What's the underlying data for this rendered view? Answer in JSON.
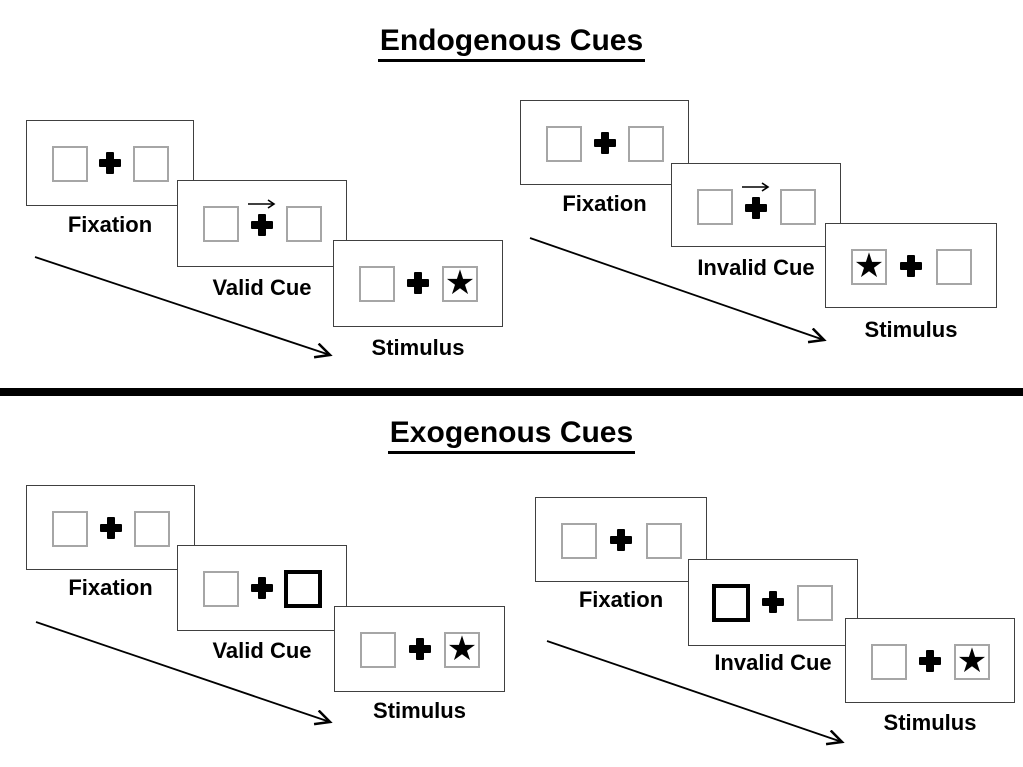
{
  "colors": {
    "background": "#ffffff",
    "panel_border": "#404040",
    "box_border": "#a6a6a6",
    "cue_box_border": "#000000",
    "ink": "#000000"
  },
  "icons": {
    "star": "★"
  },
  "sections": [
    {
      "title": "Endogenous Cues",
      "sequences": [
        {
          "type": "valid",
          "panels": [
            {
              "label": "Fixation",
              "left_box": "empty",
              "right_box": "empty",
              "cue": "none"
            },
            {
              "label": "Valid Cue",
              "left_box": "empty",
              "right_box": "empty",
              "cue": "arrow-right-above-fixation"
            },
            {
              "label": "Stimulus",
              "left_box": "empty",
              "right_box": "star",
              "cue": "none"
            }
          ]
        },
        {
          "type": "invalid",
          "panels": [
            {
              "label": "Fixation",
              "left_box": "empty",
              "right_box": "empty",
              "cue": "none"
            },
            {
              "label": "Invalid Cue",
              "left_box": "empty",
              "right_box": "empty",
              "cue": "arrow-right-above-fixation"
            },
            {
              "label": "Stimulus",
              "left_box": "star",
              "right_box": "empty",
              "cue": "none"
            }
          ]
        }
      ]
    },
    {
      "title": "Exogenous Cues",
      "sequences": [
        {
          "type": "valid",
          "panels": [
            {
              "label": "Fixation",
              "left_box": "empty",
              "right_box": "empty",
              "cue": "none"
            },
            {
              "label": "Valid Cue",
              "left_box": "empty",
              "right_box": "thick-outline",
              "cue": "thick-box-right"
            },
            {
              "label": "Stimulus",
              "left_box": "empty",
              "right_box": "star",
              "cue": "none"
            }
          ]
        },
        {
          "type": "invalid",
          "panels": [
            {
              "label": "Fixation",
              "left_box": "empty",
              "right_box": "empty",
              "cue": "none"
            },
            {
              "label": "Invalid Cue",
              "left_box": "thick-outline",
              "right_box": "empty",
              "cue": "thick-box-left"
            },
            {
              "label": "Stimulus",
              "left_box": "empty",
              "right_box": "star",
              "cue": "none"
            }
          ]
        }
      ]
    }
  ]
}
